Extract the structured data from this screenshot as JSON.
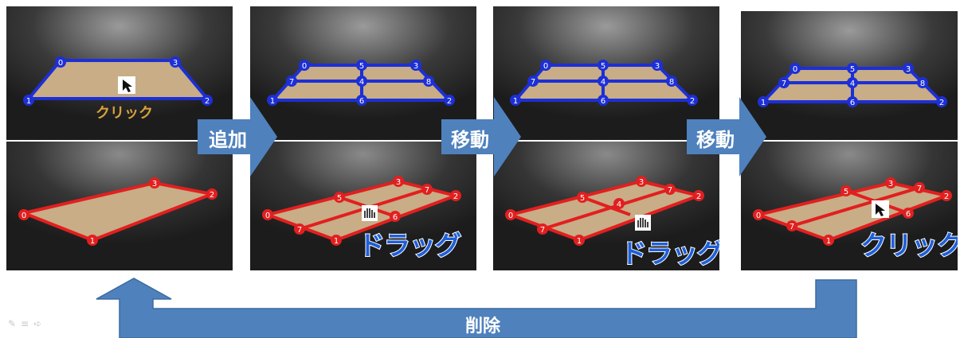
{
  "steps": [
    {
      "label": "追加"
    },
    {
      "label": "移動"
    },
    {
      "label": "移動"
    }
  ],
  "bottom_arrow": {
    "label": "削除"
  },
  "panel_texts": {
    "p1_top": "クリック",
    "p2_bottom": "ドラッグ",
    "p3_bottom": "ドラッグ",
    "p4_bottom": "クリック"
  },
  "colors": {
    "arrow": "#4f81bd",
    "blue_poly": "#1d2fd6",
    "red_poly": "#e21f1f",
    "court": "#c8ad86",
    "panel_bg": "#2c2c2c"
  },
  "icons": [
    "pointer-add-icon",
    "hand-drag-icon",
    "pointer-remove-icon"
  ]
}
